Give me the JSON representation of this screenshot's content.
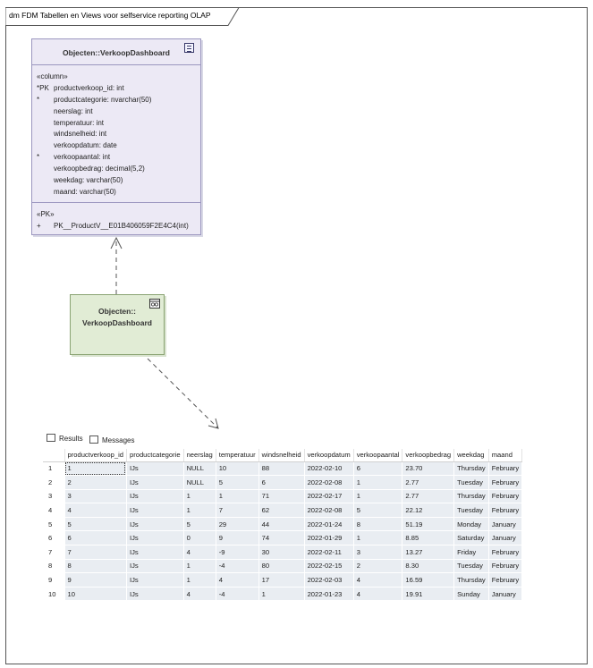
{
  "diagram": {
    "frame_title": "dm FDM Tabellen en Views voor selfservice reporting OLAP"
  },
  "table_class": {
    "title": "Objecten::VerkoopDashboard",
    "stereotype": "«column»",
    "attributes": [
      {
        "marker": "*PK",
        "text": "productverkoop_id: int"
      },
      {
        "marker": "*",
        "text": "productcategorie: nvarchar(50)"
      },
      {
        "marker": "",
        "text": "neerslag: int"
      },
      {
        "marker": "",
        "text": "temperatuur: int"
      },
      {
        "marker": "",
        "text": "windsnelheid: int"
      },
      {
        "marker": "",
        "text": "verkoopdatum: date"
      },
      {
        "marker": "*",
        "text": "verkoopaantal: int"
      },
      {
        "marker": "",
        "text": "verkoopbedrag: decimal(5,2)"
      },
      {
        "marker": "",
        "text": "weekdag: varchar(50)"
      },
      {
        "marker": "",
        "text": "maand: varchar(50)"
      }
    ],
    "ops_stereotype": "«PK»",
    "ops": [
      {
        "marker": "+",
        "text": "PK__ProductV__E01B406059F2E4C4(int)"
      }
    ]
  },
  "view_element": {
    "title_line1": "Objecten::",
    "title_line2": "VerkoopDashboard"
  },
  "results": {
    "tabs": [
      {
        "label": "Results",
        "icon": "grid-icon"
      },
      {
        "label": "Messages",
        "icon": "messages-icon"
      }
    ],
    "columns": [
      "productverkoop_id",
      "productcategorie",
      "neerslag",
      "temperatuur",
      "windsnelheid",
      "verkoopdatum",
      "verkoopaantal",
      "verkoopbedrag",
      "weekdag",
      "maand"
    ],
    "rows": [
      [
        "1",
        "1",
        "IJs",
        "NULL",
        "10",
        "88",
        "2022-02-10",
        "6",
        "23.70",
        "Thursday",
        "February"
      ],
      [
        "2",
        "2",
        "IJs",
        "NULL",
        "5",
        "6",
        "2022-02-08",
        "1",
        "2.77",
        "Tuesday",
        "February"
      ],
      [
        "3",
        "3",
        "IJs",
        "1",
        "1",
        "71",
        "2022-02-17",
        "1",
        "2.77",
        "Thursday",
        "February"
      ],
      [
        "4",
        "4",
        "IJs",
        "1",
        "7",
        "62",
        "2022-02-08",
        "5",
        "22.12",
        "Tuesday",
        "February"
      ],
      [
        "5",
        "5",
        "IJs",
        "5",
        "29",
        "44",
        "2022-01-24",
        "8",
        "51.19",
        "Monday",
        "January"
      ],
      [
        "6",
        "6",
        "IJs",
        "0",
        "9",
        "74",
        "2022-01-29",
        "1",
        "8.85",
        "Saturday",
        "January"
      ],
      [
        "7",
        "7",
        "IJs",
        "4",
        "-9",
        "30",
        "2022-02-11",
        "3",
        "13.27",
        "Friday",
        "February"
      ],
      [
        "8",
        "8",
        "IJs",
        "1",
        "-4",
        "80",
        "2022-02-15",
        "2",
        "8.30",
        "Tuesday",
        "February"
      ],
      [
        "9",
        "9",
        "IJs",
        "1",
        "4",
        "17",
        "2022-02-03",
        "4",
        "16.59",
        "Thursday",
        "February"
      ],
      [
        "10",
        "10",
        "IJs",
        "4",
        "-4",
        "1",
        "2022-01-23",
        "4",
        "19.91",
        "Sunday",
        "January"
      ]
    ]
  }
}
